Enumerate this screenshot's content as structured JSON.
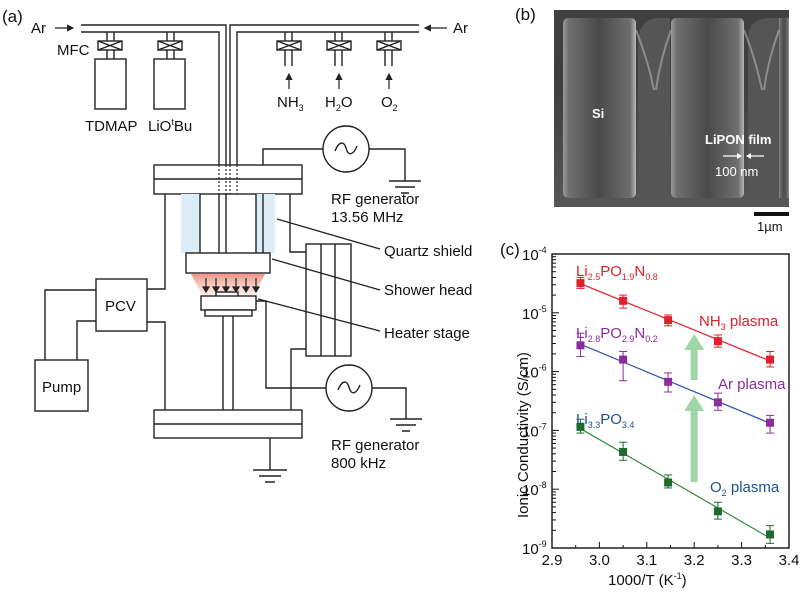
{
  "panel_a": {
    "label": "(a)",
    "ar_left": "Ar",
    "ar_right": "Ar",
    "mfc": "MFC",
    "precursors": [
      "TDMAP",
      "LiO",
      "t",
      "Bu"
    ],
    "gases": [
      {
        "main": "NH",
        "sub": "3",
        "tail": ""
      },
      {
        "main": "H",
        "sub": "2",
        "tail": "O"
      },
      {
        "main": "O",
        "sub": "2",
        "tail": ""
      }
    ],
    "rf_top": {
      "line1": "RF generator",
      "line2": "13.56 MHz"
    },
    "rf_bottom": {
      "line1": "RF generator",
      "line2": "800 kHz"
    },
    "callouts": [
      "Quartz shield",
      "Shower head",
      "Heater stage"
    ],
    "pcv": "PCV",
    "pump": "Pump",
    "colors": {
      "quartz": "#dbeef8",
      "plasma": "#f08070"
    }
  },
  "panel_b": {
    "label": "(b)",
    "si_label": "Si",
    "film_label": "LiPON film",
    "thickness_label": "100 nm",
    "scale_label": "1µm"
  },
  "chart_data": {
    "type": "scatter",
    "label": "(c)",
    "xlabel": "1000/T (K",
    "xlabel_sup": "-1",
    "xlabel_end": ")",
    "ylabel": "Ionic Conductivity (S/cm)",
    "xlim": [
      2.9,
      3.4
    ],
    "ylim_log10": [
      -9,
      -4
    ],
    "yscale": "log",
    "xticks": [
      "2.9",
      "3.0",
      "3.1",
      "3.2",
      "3.3",
      "3.4"
    ],
    "yticks": [
      {
        "base": "10",
        "exp": "-4"
      },
      {
        "base": "10",
        "exp": "-5"
      },
      {
        "base": "10",
        "exp": "-6"
      },
      {
        "base": "10",
        "exp": "-7"
      },
      {
        "base": "10",
        "exp": "-8"
      },
      {
        "base": "10",
        "exp": "-9"
      }
    ],
    "x": [
      2.96,
      3.05,
      3.145,
      3.25,
      3.36
    ],
    "series": [
      {
        "name": "NH3 plasma",
        "color": "#e0202a",
        "values": [
          3.2e-05,
          1.6e-05,
          7.5e-06,
          3.3e-06,
          1.6e-06
        ],
        "err_low": [
          2.6e-05,
          1.2e-05,
          6e-06,
          2.6e-06,
          1.2e-06
        ],
        "err_high": [
          4e-05,
          2e-05,
          9.2e-06,
          4.2e-06,
          2.2e-06
        ],
        "fit_color": "#e0202a",
        "formula": [
          {
            "t": "Li"
          },
          {
            "s": "2.5"
          },
          {
            "t": "PO"
          },
          {
            "s": "1.9"
          },
          {
            "t": "N"
          },
          {
            "s": "0.8"
          }
        ],
        "condition": [
          {
            "t": "NH"
          },
          {
            "s": "3"
          },
          {
            "t": " plasma"
          }
        ],
        "text_color": "#e0202a"
      },
      {
        "name": "Ar plasma",
        "color": "#8a2d9a",
        "values": [
          2.8e-06,
          1.6e-06,
          6.7e-07,
          3e-07,
          1.35e-07
        ],
        "err_low": [
          1.8e-06,
          7e-07,
          4.5e-07,
          2.2e-07,
          9e-08
        ],
        "err_high": [
          4.5e-06,
          2.2e-06,
          9.5e-07,
          4.3e-07,
          1.8e-07
        ],
        "fit_color": "#2a4fb0",
        "formula": [
          {
            "t": "Li"
          },
          {
            "s": "2.8"
          },
          {
            "t": "PO"
          },
          {
            "s": "2.9"
          },
          {
            "t": "N"
          },
          {
            "s": "0.2"
          }
        ],
        "condition": [
          {
            "t": "Ar plasma"
          }
        ],
        "text_color": "#8a2d9a"
      },
      {
        "name": "O2 plasma",
        "color": "#1e6b30",
        "values": [
          1.15e-07,
          4.3e-08,
          1.3e-08,
          4.2e-09,
          1.7e-09
        ],
        "err_low": [
          9e-08,
          3.1e-08,
          1.05e-08,
          3.1e-09,
          1.2e-09
        ],
        "err_high": [
          1.55e-07,
          6.3e-08,
          1.75e-08,
          6e-09,
          2.4e-09
        ],
        "fit_color": "#3a8a44",
        "formula": [
          {
            "t": "Li"
          },
          {
            "s": "3.3"
          },
          {
            "t": "PO"
          },
          {
            "s": "3.4"
          }
        ],
        "condition": [
          {
            "t": "O"
          },
          {
            "s": "2"
          },
          {
            "t": " plasma"
          }
        ],
        "text_color": "#1f4f9a"
      }
    ],
    "arrows_color": "#9fd6a8",
    "grid": false,
    "legend": "none"
  }
}
